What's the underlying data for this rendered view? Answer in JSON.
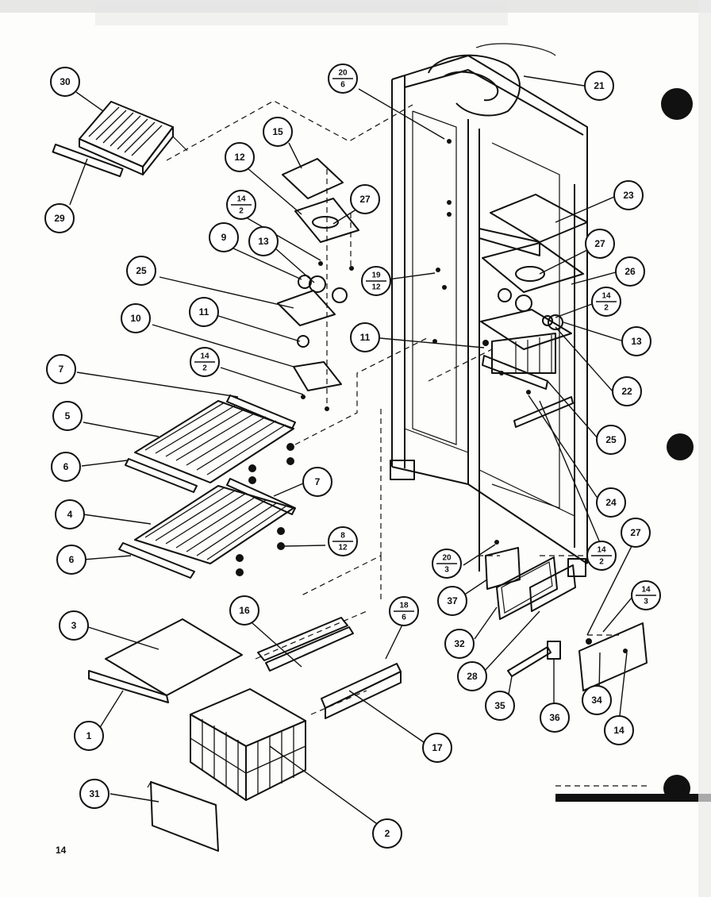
{
  "page_number": "14",
  "callouts": [
    {
      "id": "30",
      "top": "30",
      "bottom": ""
    },
    {
      "id": "29",
      "top": "29",
      "bottom": ""
    },
    {
      "id": "15",
      "top": "15",
      "bottom": ""
    },
    {
      "id": "12",
      "top": "12",
      "bottom": ""
    },
    {
      "id": "27a",
      "top": "27",
      "bottom": ""
    },
    {
      "id": "14-2a",
      "top": "14",
      "bottom": "2"
    },
    {
      "id": "9",
      "top": "9",
      "bottom": ""
    },
    {
      "id": "13a",
      "top": "13",
      "bottom": ""
    },
    {
      "id": "25",
      "top": "25",
      "bottom": ""
    },
    {
      "id": "11a",
      "top": "11",
      "bottom": ""
    },
    {
      "id": "10",
      "top": "10",
      "bottom": ""
    },
    {
      "id": "14-2b",
      "top": "14",
      "bottom": "2"
    },
    {
      "id": "7a",
      "top": "7",
      "bottom": ""
    },
    {
      "id": "5",
      "top": "5",
      "bottom": ""
    },
    {
      "id": "6a",
      "top": "6",
      "bottom": ""
    },
    {
      "id": "7b",
      "top": "7",
      "bottom": ""
    },
    {
      "id": "4",
      "top": "4",
      "bottom": ""
    },
    {
      "id": "8-12",
      "top": "8",
      "bottom": "12"
    },
    {
      "id": "6b",
      "top": "6",
      "bottom": ""
    },
    {
      "id": "20-6",
      "top": "20",
      "bottom": "6"
    },
    {
      "id": "21",
      "top": "21",
      "bottom": ""
    },
    {
      "id": "23",
      "top": "23",
      "bottom": ""
    },
    {
      "id": "27b",
      "top": "27",
      "bottom": ""
    },
    {
      "id": "19-12",
      "top": "19",
      "bottom": "12"
    },
    {
      "id": "26",
      "top": "26",
      "bottom": ""
    },
    {
      "id": "14-2c",
      "top": "14",
      "bottom": "2"
    },
    {
      "id": "11b",
      "top": "11",
      "bottom": ""
    },
    {
      "id": "13b",
      "top": "13",
      "bottom": ""
    },
    {
      "id": "22",
      "top": "22",
      "bottom": ""
    },
    {
      "id": "25b",
      "top": "25",
      "bottom": ""
    },
    {
      "id": "24",
      "top": "24",
      "bottom": ""
    },
    {
      "id": "14-2d",
      "top": "14",
      "bottom": "2"
    },
    {
      "id": "27c",
      "top": "27",
      "bottom": ""
    },
    {
      "id": "20-3",
      "top": "20",
      "bottom": "3"
    },
    {
      "id": "14-3",
      "top": "14",
      "bottom": "3"
    },
    {
      "id": "37",
      "top": "37",
      "bottom": ""
    },
    {
      "id": "32",
      "top": "32",
      "bottom": ""
    },
    {
      "id": "28",
      "top": "28",
      "bottom": ""
    },
    {
      "id": "34",
      "top": "34",
      "bottom": ""
    },
    {
      "id": "35",
      "top": "35",
      "bottom": ""
    },
    {
      "id": "36",
      "top": "36",
      "bottom": ""
    },
    {
      "id": "14",
      "top": "14",
      "bottom": ""
    },
    {
      "id": "3",
      "top": "3",
      "bottom": ""
    },
    {
      "id": "16",
      "top": "16",
      "bottom": ""
    },
    {
      "id": "18-6",
      "top": "18",
      "bottom": "6"
    },
    {
      "id": "1",
      "top": "1",
      "bottom": ""
    },
    {
      "id": "17",
      "top": "17",
      "bottom": ""
    },
    {
      "id": "31",
      "top": "31",
      "bottom": ""
    },
    {
      "id": "2",
      "top": "2",
      "bottom": ""
    }
  ]
}
